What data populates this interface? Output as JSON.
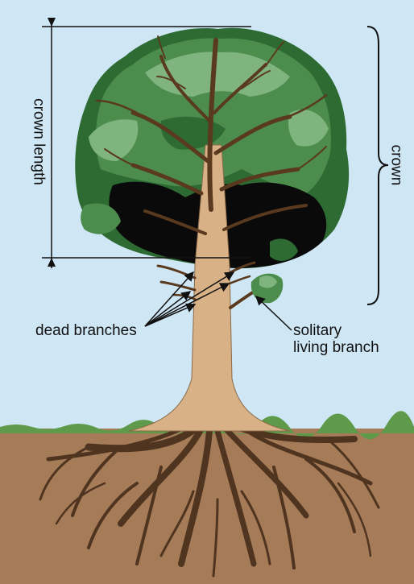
{
  "colors": {
    "sky": "#cfe7f5",
    "soil": "#a57b58",
    "grass": "#5e9a4a",
    "trunk": "#d8b186",
    "branch": "#5a3a1f",
    "root": "#4f3420",
    "foliage_dark": "#2d6b33",
    "foliage_mid": "#4c8c4c",
    "foliage_light": "#7fb47f",
    "shadow": "#0a0a0a"
  },
  "labels": {
    "crown_length": "crown length",
    "crown": "crown",
    "dead_branches": "dead branches",
    "solitary_line1": "solitary",
    "solitary_line2": "living branch"
  }
}
